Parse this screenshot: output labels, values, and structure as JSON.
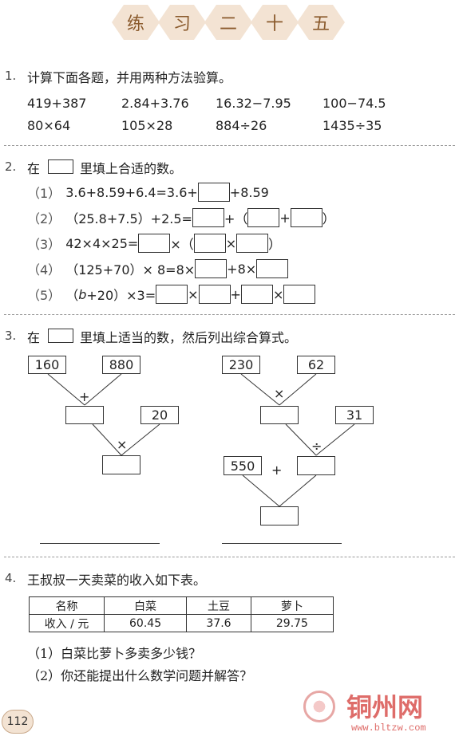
{
  "header": {
    "title_chars": [
      "练",
      "习",
      "二",
      "十",
      "五"
    ]
  },
  "q1": {
    "num": "1.",
    "text": "计算下面各题，并用两种方法验算。",
    "row1": [
      "419+387",
      "2.84+3.76",
      "16.32−7.95",
      "100−74.5"
    ],
    "row2": [
      "80×64",
      "105×28",
      "884÷26",
      "1435÷35"
    ]
  },
  "q2": {
    "num": "2.",
    "text_before": "在",
    "text_after": "里填上合适的数。",
    "items": [
      {
        "label": "（1）",
        "parts": [
          "3.6+8.59+6.4=3.6+",
          "+8.59"
        ]
      },
      {
        "label": "（2）",
        "parts": [
          "（25.8+7.5）+2.5=",
          "+（",
          "+",
          "）"
        ]
      },
      {
        "label": "（3）",
        "parts": [
          "42×4×25=",
          "×（",
          "×",
          "）"
        ]
      },
      {
        "label": "（4）",
        "parts": [
          "（125+70）× 8=8×",
          "+8×"
        ]
      },
      {
        "label": "（5）",
        "parts": [
          "（",
          "b",
          "+20）×3=",
          "×",
          "+",
          "×"
        ]
      }
    ]
  },
  "q3": {
    "num": "3.",
    "text_before": "在",
    "text_after": "里填上适当的数，然后列出综合算式。",
    "left": {
      "a": "160",
      "b": "880",
      "op1": "+",
      "c": "20",
      "op2": "×"
    },
    "right": {
      "a": "230",
      "b": "62",
      "op1": "×",
      "c": "31",
      "op2": "÷",
      "d": "550",
      "op3": "+"
    }
  },
  "q4": {
    "num": "4.",
    "text": "王叔叔一天卖菜的收入如下表。",
    "table": {
      "header": [
        "名称",
        "白菜",
        "土豆",
        "萝卜"
      ],
      "row": [
        "收入 / 元",
        "60.45",
        "37.6",
        "29.75"
      ]
    },
    "sub1": "（1）白菜比萝卜多卖多少钱？",
    "sub2": "（2）你还能提出什么数学问题并解答？"
  },
  "footer": {
    "page_number": "112",
    "watermark_name": "铜州网",
    "watermark_url": "www.bltzw.com"
  },
  "colors": {
    "hex_bg": "#f3e3d3",
    "hex_text": "#8a5a2c",
    "watermark": "#d9534f"
  }
}
